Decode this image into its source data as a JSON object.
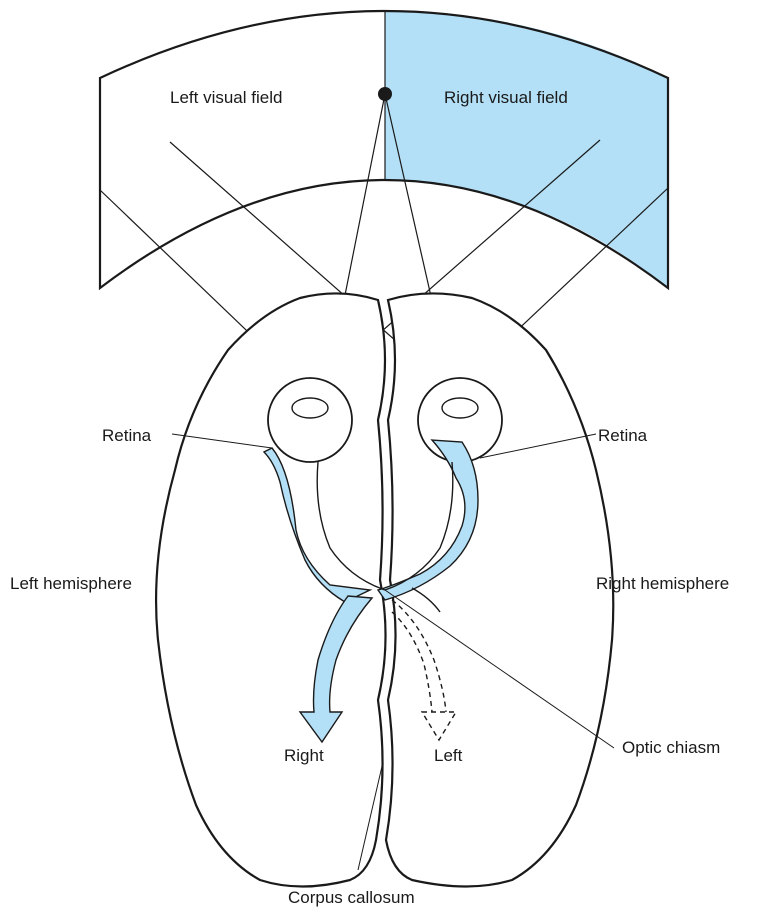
{
  "labels": {
    "left_visual_field": "Left visual field",
    "right_visual_field": "Right visual field",
    "retina_left": "Retina",
    "retina_right": "Retina",
    "left_hemisphere": "Left hemisphere",
    "right_hemisphere": "Right hemisphere",
    "optic_chiasm": "Optic chiasm",
    "right": "Right",
    "left": "Left",
    "corpus_callosum": "Corpus callosum"
  },
  "colors": {
    "right_field_fill": "#b3e0f7",
    "pathway_fill": "#b3e0f7",
    "outline": "#1a1a1a",
    "background": "#ffffff"
  }
}
